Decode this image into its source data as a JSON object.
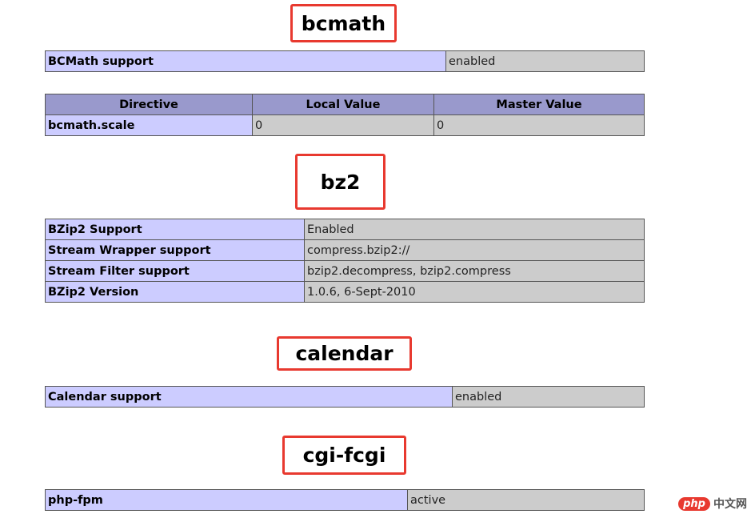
{
  "sections": {
    "bcmath": {
      "title": "bcmath",
      "support": {
        "label": "BCMath support",
        "value": "enabled"
      },
      "directives": {
        "headers": [
          "Directive",
          "Local Value",
          "Master Value"
        ],
        "rows": [
          {
            "directive": "bcmath.scale",
            "local": "0",
            "master": "0"
          }
        ]
      }
    },
    "bz2": {
      "title": "bz2",
      "rows": [
        {
          "label": "BZip2 Support",
          "value": "Enabled"
        },
        {
          "label": "Stream Wrapper support",
          "value": "compress.bzip2://"
        },
        {
          "label": "Stream Filter support",
          "value": "bzip2.decompress, bzip2.compress"
        },
        {
          "label": "BZip2 Version",
          "value": "1.0.6, 6-Sept-2010"
        }
      ]
    },
    "calendar": {
      "title": "calendar",
      "support": {
        "label": "Calendar support",
        "value": "enabled"
      }
    },
    "cgi_fcgi": {
      "title": "cgi-fcgi",
      "support": {
        "label": "php-fpm",
        "value": "active"
      }
    }
  },
  "watermark": {
    "badge": "php",
    "text": "中文网"
  },
  "colors": {
    "label_cell": "#ccccff",
    "value_cell": "#cccccc",
    "header_cell": "#9999cc",
    "highlight_border": "#e8392f"
  }
}
